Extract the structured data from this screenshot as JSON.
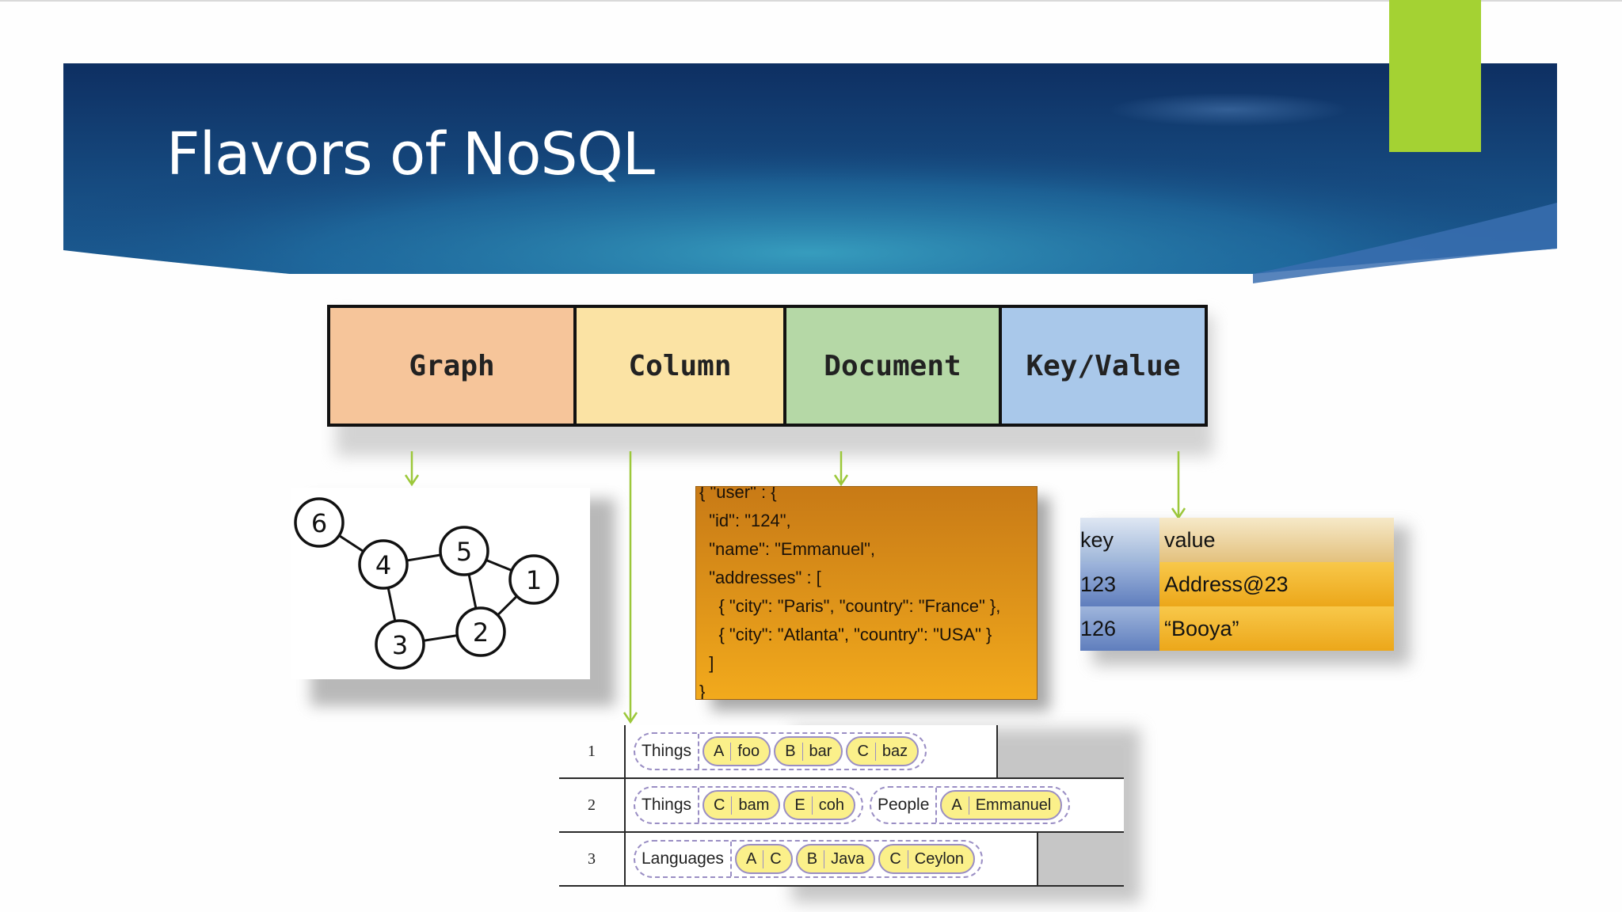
{
  "slide": {
    "title": "Flavors of NoSQL",
    "colors": {
      "banner_dark": "#0f2f63",
      "banner_light": "#2a86b0",
      "accent": "#a4d233",
      "arrow": "#9cc83a"
    }
  },
  "categories": [
    "Graph",
    "Column",
    "Document",
    "Key/Value"
  ],
  "graph": {
    "nodes": [
      "6",
      "4",
      "5",
      "1",
      "3",
      "2"
    ]
  },
  "document": {
    "lines": [
      "{ \"user\" : {",
      "  \"id\": \"124\",",
      "  \"name\": \"Emmanuel\",",
      "  \"addresses\" : [",
      "    { \"city\": \"Paris\", \"country\": \"France\" },",
      "    { \"city\": \"Atlanta\", \"country\": \"USA\" }",
      "  ]",
      "}"
    ]
  },
  "key_value": {
    "headers": [
      "key",
      "value"
    ],
    "rows": [
      [
        "123",
        "Address@23"
      ],
      [
        "126",
        "“Booya”"
      ]
    ]
  },
  "column": {
    "rows": [
      {
        "num": "1",
        "families": [
          {
            "name": "Things",
            "cells": [
              [
                "A",
                "foo"
              ],
              [
                "B",
                "bar"
              ],
              [
                "C",
                "baz"
              ]
            ]
          }
        ]
      },
      {
        "num": "2",
        "families": [
          {
            "name": "Things",
            "cells": [
              [
                "C",
                "bam"
              ],
              [
                "E",
                "coh"
              ]
            ]
          },
          {
            "name": "People",
            "cells": [
              [
                "A",
                "Emmanuel"
              ]
            ]
          }
        ]
      },
      {
        "num": "3",
        "families": [
          {
            "name": "Languages",
            "cells": [
              [
                "A",
                "C"
              ],
              [
                "B",
                "Java"
              ],
              [
                "C",
                "Ceylon"
              ]
            ]
          }
        ]
      }
    ]
  }
}
